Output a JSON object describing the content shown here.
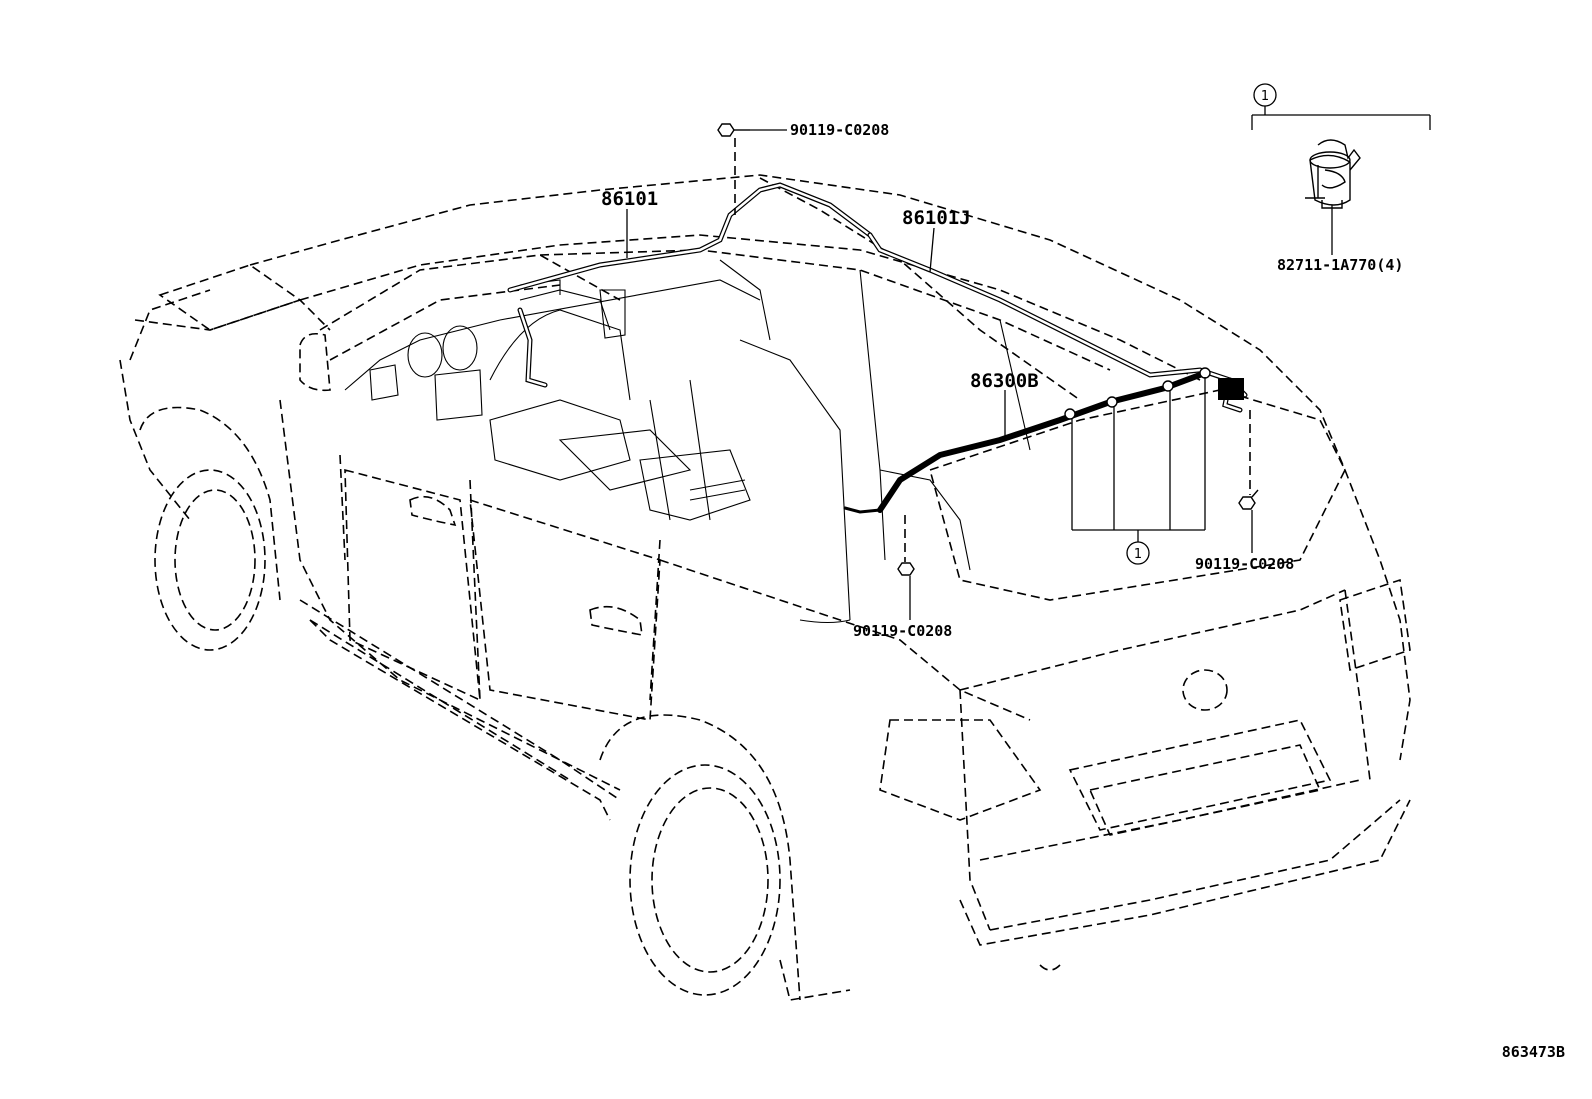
{
  "parts": {
    "harness_front": "86101",
    "harness_rear_left": "86101J",
    "harness_cable": "86300B",
    "bolt_top": "90119-C0208",
    "bolt_right": "90119-C0208",
    "bolt_lower": "90119-C0208",
    "clip": "82711-1A770(4)"
  },
  "callouts": {
    "clip_ref_top": "1",
    "clip_ref_lower": "1"
  },
  "figure_code": "863473B",
  "colors": {
    "line": "#000000",
    "background": "#ffffff"
  }
}
